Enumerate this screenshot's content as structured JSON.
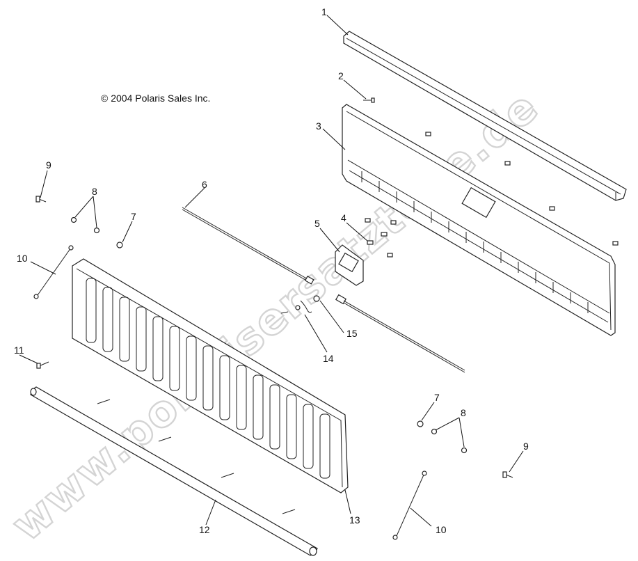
{
  "copyright": "© 2004 Polaris Sales Inc.",
  "watermark": "www.polarisersatzteile.de",
  "callouts": {
    "c1": "1",
    "c2": "2",
    "c3": "3",
    "c4": "4",
    "c5": "5",
    "c6": "6",
    "c7a": "7",
    "c7b": "7",
    "c8a": "8",
    "c8b": "8",
    "c9a": "9",
    "c9b": "9",
    "c10a": "10",
    "c10b": "10",
    "c11": "11",
    "c12": "12",
    "c13": "13",
    "c14": "14",
    "c15": "15"
  },
  "colors": {
    "line": "#222222",
    "watermark": "#d4d4d4"
  }
}
